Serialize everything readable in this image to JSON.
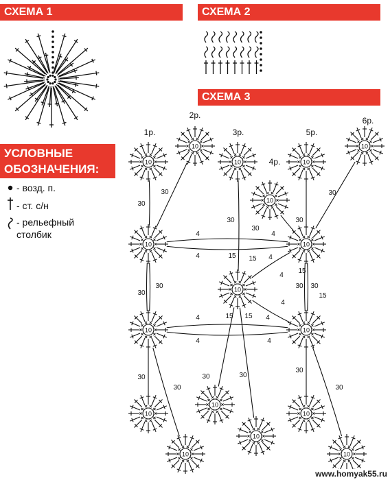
{
  "headers": {
    "scheme1": "СХЕМА 1",
    "scheme2": "СХЕМА 2",
    "scheme3": "СХЕМА 3"
  },
  "legend": {
    "title_line1": "УСЛОВНЫЕ",
    "title_line2": "ОБОЗНАЧЕНИЯ:",
    "items": [
      {
        "symbol": "dot",
        "text": "- возд. п."
      },
      {
        "symbol": "dagger",
        "text": "- ст. с/н"
      },
      {
        "symbol": "hook",
        "text": "- рельефный"
      },
      {
        "symbol": "",
        "text": "столбик"
      }
    ]
  },
  "rows": {
    "r1": "1р.",
    "r2": "2р.",
    "r3": "3р.",
    "r4": "4р.",
    "r5": "5р.",
    "r6": "6р."
  },
  "motif_label": "10",
  "chain_labels": {
    "c30": "30",
    "c15": "15",
    "c4": "4"
  },
  "watermark": "www.homyak55.ru"
}
